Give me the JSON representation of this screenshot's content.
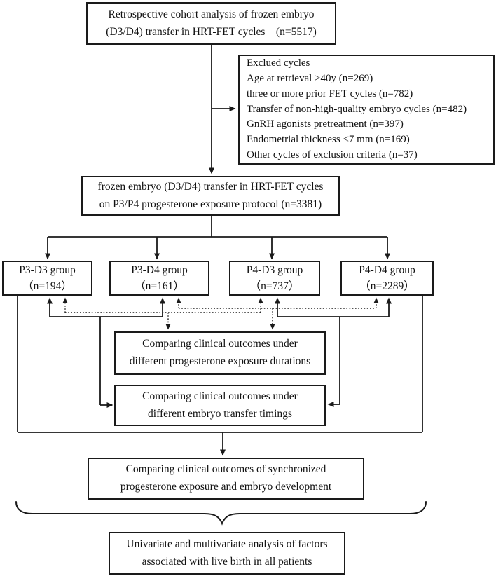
{
  "boxes": {
    "top": {
      "line1": "Retrospective cohort analysis of frozen embryo",
      "line2": "(D3/D4) transfer in HRT-FET cycles    (n=5517)"
    },
    "excluded": {
      "lines": [
        "Exclued cycles",
        "Age at retrieval >40y (n=269)",
        "three or more prior FET cycles (n=782)",
        "Transfer of non-high-quality embryo cycles (n=482)",
        "GnRH agonists pretreatment (n=397)",
        "Endometrial thickness <7 mm (n=169)",
        "Other cycles of exclusion criteria (n=37)"
      ]
    },
    "protocol": {
      "line1": "frozen embryo (D3/D4) transfer in HRT-FET cycles",
      "line2": "on P3/P4 progesterone exposure protocol (n=3381)"
    },
    "groups": [
      {
        "name": "P3-D3 group",
        "n": "（n=194）"
      },
      {
        "name": "P3-D4 group",
        "n": "（n=161）"
      },
      {
        "name": "P4-D3 group",
        "n": "（n=737）"
      },
      {
        "name": "P4-D4 group",
        "n": "（n=2289）"
      }
    ],
    "durations": {
      "line1": "Comparing clinical outcomes under",
      "line2": "different progesterone exposure durations"
    },
    "timings": {
      "line1": "Comparing clinical outcomes under",
      "line2": "different embryo transfer timings"
    },
    "synchronized": {
      "line1": "Comparing clinical outcomes of synchronized",
      "line2": "progesterone exposure and embryo development"
    },
    "final": {
      "line1": "Univariate and multivariate analysis of factors",
      "line2": "associated with live birth in all patients"
    }
  },
  "colors": {
    "line": "#1a1a1a",
    "text": "#111111",
    "background": "#ffffff"
  }
}
